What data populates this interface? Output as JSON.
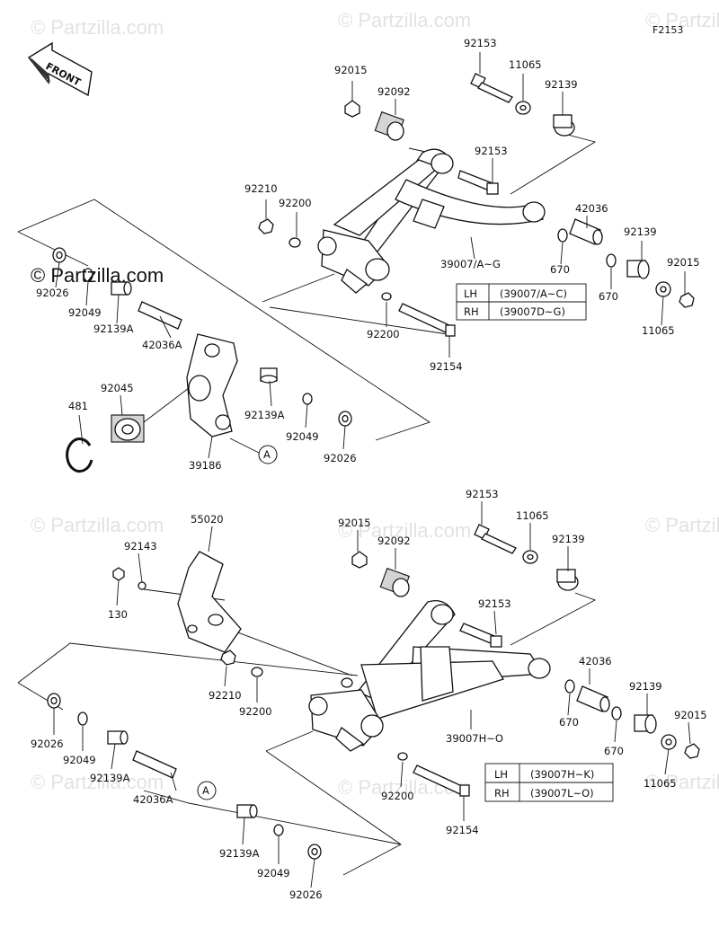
{
  "figure_number": "F2153",
  "watermark_text": "© Partzilla.com",
  "front_label": "FRONT",
  "marker_label": "A",
  "upper_callouts": {
    "c92015": "92015",
    "c92092": "92092",
    "c92153a": "92153",
    "c11065a": "11065",
    "c92139a": "92139",
    "c92153b": "92153",
    "c92210": "92210",
    "c92200a": "92200",
    "c42036": "42036",
    "c92139b": "92139",
    "c92015b": "92015",
    "c39007": "39007/A~G",
    "c670a": "670",
    "c670b": "670",
    "c11065b": "11065",
    "c92026a": "92026",
    "c92049a": "92049",
    "c92139A_a": "92139A",
    "c42036A": "42036A",
    "c92200b": "92200",
    "c92154": "92154",
    "c92045": "92045",
    "c481": "481",
    "c92139A_b": "92139A",
    "c92049b": "92049",
    "c39186": "39186",
    "c92026b": "92026"
  },
  "upper_table": [
    {
      "side": "LH",
      "code": "(39007/A~C)"
    },
    {
      "side": "RH",
      "code": "(39007D~G)"
    }
  ],
  "lower_callouts": {
    "c92153a": "92153",
    "c92015": "92015",
    "c11065a": "11065",
    "c55020": "55020",
    "c92092": "92092",
    "c92139a": "92139",
    "c92143": "92143",
    "c130": "130",
    "c92153b": "92153",
    "c42036": "42036",
    "c92139b": "92139",
    "c92015b": "92015",
    "c92210": "92210",
    "c92200a": "92200",
    "c670a": "670",
    "c39007": "39007H~O",
    "c670b": "670",
    "c11065b": "11065",
    "c92026a": "92026",
    "c92049a": "92049",
    "c92139A_a": "92139A",
    "c42036A": "42036A",
    "c92200b": "92200",
    "c92154": "92154",
    "c92139A_b": "92139A",
    "c92049b": "92049",
    "c92026b": "92026"
  },
  "lower_table": [
    {
      "side": "LH",
      "code": "(39007H~K)"
    },
    {
      "side": "RH",
      "code": "(39007L~O)"
    }
  ]
}
